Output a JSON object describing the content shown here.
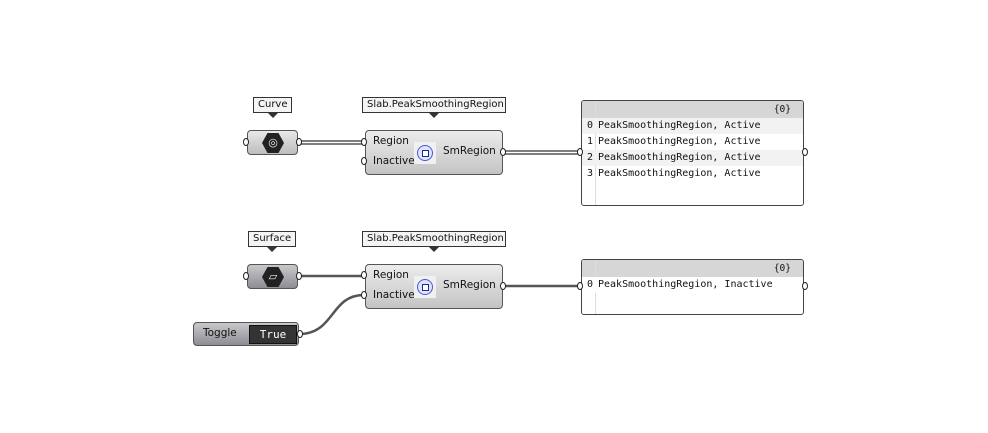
{
  "groups": [
    {
      "param_label": "Curve",
      "param_icon": "curve-param-icon",
      "component_label": "Slab.PeakSmoothingRegion",
      "inputs": [
        "Region",
        "Inactive"
      ],
      "output": "SmRegion",
      "panel": {
        "path": "{0}",
        "rows": [
          {
            "i": "0",
            "v": "PeakSmoothingRegion, Active"
          },
          {
            "i": "1",
            "v": "PeakSmoothingRegion, Active"
          },
          {
            "i": "2",
            "v": "PeakSmoothingRegion, Active"
          },
          {
            "i": "3",
            "v": "PeakSmoothingRegion, Active"
          }
        ]
      }
    },
    {
      "param_label": "Surface",
      "param_icon": "surface-param-icon",
      "component_label": "Slab.PeakSmoothingRegion",
      "inputs": [
        "Region",
        "Inactive"
      ],
      "output": "SmRegion",
      "panel": {
        "path": "{0}",
        "rows": [
          {
            "i": "0",
            "v": "PeakSmoothingRegion, Inactive"
          }
        ]
      }
    }
  ],
  "toggle": {
    "label": "Toggle",
    "value": "True"
  }
}
